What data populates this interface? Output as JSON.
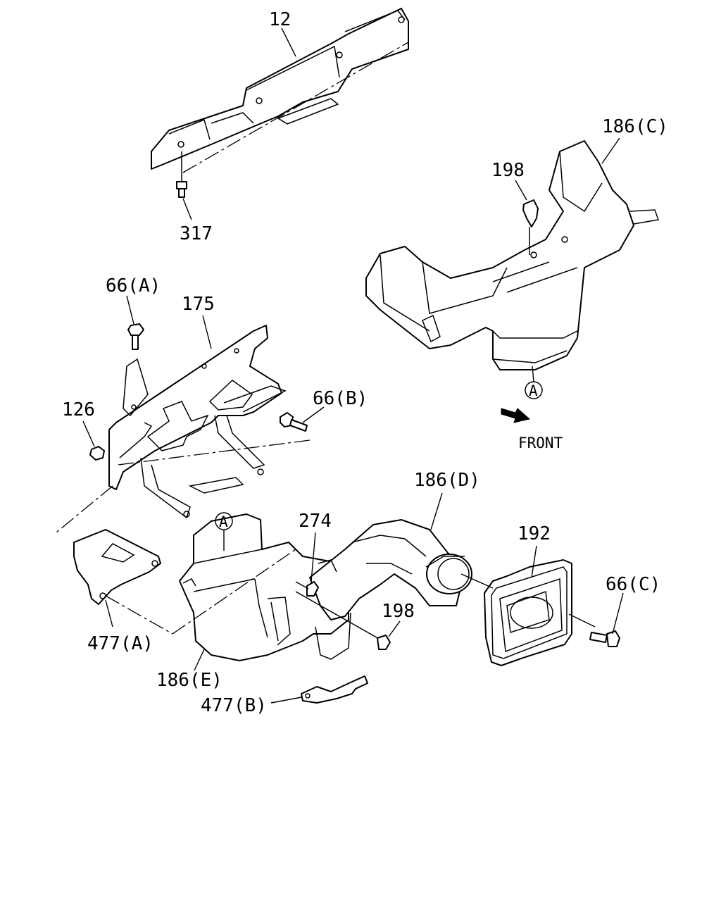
{
  "diagram": {
    "labels": {
      "p12": "12",
      "p317": "317",
      "p198_top": "198",
      "p186c": "186(C)",
      "p66a": "66(A)",
      "p175": "175",
      "p126": "126",
      "p66b": "66(B)",
      "ref_a_top": "A",
      "front": "FRONT",
      "p186d": "186(D)",
      "p274": "274",
      "ref_a_mid": "A",
      "p192": "192",
      "p66c": "66(C)",
      "p198_mid": "198",
      "p477a": "477(A)",
      "p186e": "186(E)",
      "p477b": "477(B)"
    }
  }
}
